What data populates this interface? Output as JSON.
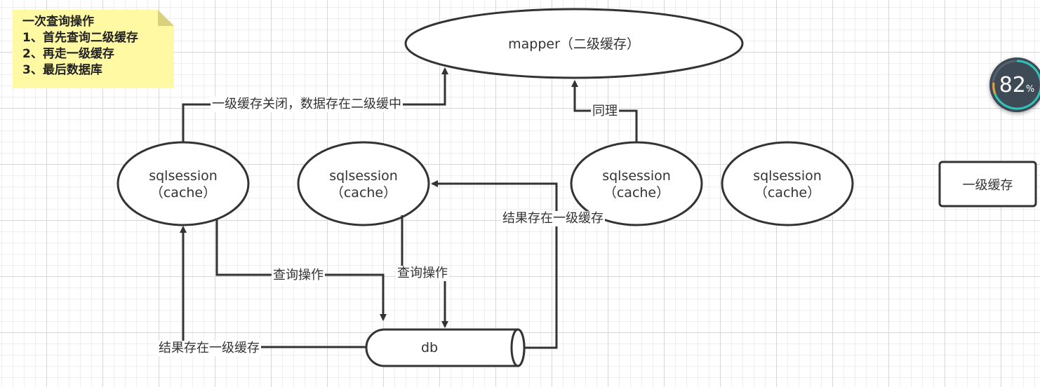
{
  "note": {
    "lines": [
      "一次查询操作",
      "1、首先查询二级缓存",
      "2、再走一级缓存",
      "3、最后数据库"
    ]
  },
  "nodes": {
    "mapper": {
      "label": "mapper（二级缓存）"
    },
    "session1": {
      "line1": "sqlsession",
      "line2": "（cache）"
    },
    "session2": {
      "line1": "sqlsession",
      "line2": "（cache）"
    },
    "session3": {
      "line1": "sqlsession",
      "line2": "（cache）"
    },
    "session4": {
      "line1": "sqlsession",
      "line2": "（cache）"
    },
    "db": {
      "label": "db"
    },
    "legend": {
      "label": "一级缓存"
    }
  },
  "edges": {
    "s1_to_mapper": "一级缓存关闭，数据存在二级缓中",
    "s3_to_mapper": "同理",
    "s1_to_db": "查询操作",
    "s2_to_db": "查询操作",
    "db_to_s1": "结果存在一级缓存",
    "db_to_s2": "结果存在一级缓存"
  },
  "gauge": {
    "value": "82",
    "unit": "%",
    "ring_color": "#2ec4b6",
    "warn_color": "#e8a33a"
  },
  "colors": {
    "stroke": "#333333",
    "note_bg": "#fff9a4"
  }
}
